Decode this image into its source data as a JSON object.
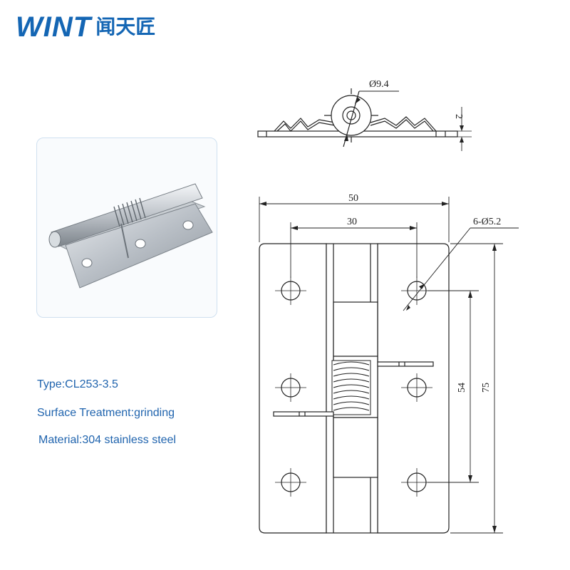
{
  "brand": {
    "name_latin": "WINT",
    "name_cjk": "闻天匠",
    "color": "#1466b4"
  },
  "product_photo": {
    "icon": "spring-hinge-photo"
  },
  "specs": {
    "type": "Type:CL253-3.5",
    "surface": "Surface Treatment:grinding",
    "material": "Material:304 stainless steel",
    "color": "#2064ae"
  },
  "drawing": {
    "dim_knuckle_diameter": "Ø9.4",
    "dim_thickness": "2",
    "dim_overall_width": "50",
    "dim_hole_spacing_x": "30",
    "dim_holes": "6-Ø5.2",
    "dim_hole_spacing_y": "54",
    "dim_overall_height": "75"
  }
}
